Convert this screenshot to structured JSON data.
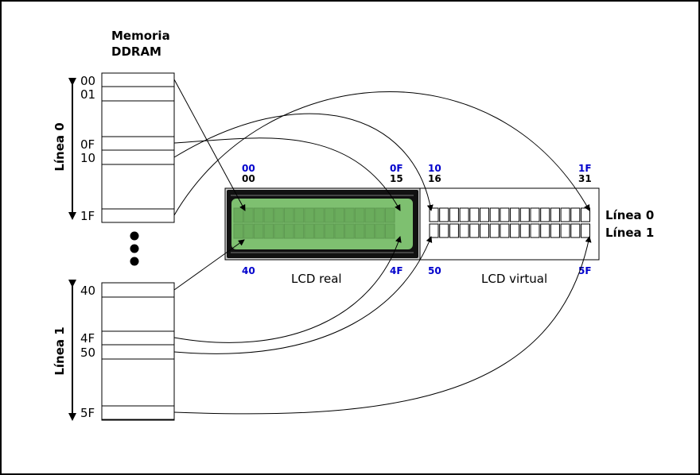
{
  "memory": {
    "title_line1": "Memoria",
    "title_line2": "DDRAM",
    "line0_label": "Línea 0",
    "line1_label": "Línea 1",
    "line0_addresses": [
      "00",
      "01",
      "0F",
      "10",
      "1F"
    ],
    "line1_addresses": [
      "40",
      "4F",
      "50",
      "5F"
    ]
  },
  "lcd_real": {
    "label": "LCD real",
    "top_left_hex": "00",
    "top_left_dec": "00",
    "top_right_hex": "0F",
    "top_right_dec": "15",
    "bottom_left_hex": "40",
    "bottom_right_hex": "4F",
    "columns": 16,
    "rows": 2
  },
  "lcd_virtual": {
    "label": "LCD virtual",
    "top_left_hex": "10",
    "top_left_dec": "16",
    "top_right_hex": "1F",
    "top_right_dec": "31",
    "bottom_left_hex": "50",
    "bottom_right_hex": "5F",
    "columns": 16,
    "rows": 2
  },
  "row_labels": {
    "line0": "Línea 0",
    "line1": "Línea 1"
  },
  "colors": {
    "hex_blue": "#0000cc",
    "lcd_bezel": "#111111",
    "lcd_screen": "#7ec070",
    "lcd_cell": "#6aac5c"
  }
}
